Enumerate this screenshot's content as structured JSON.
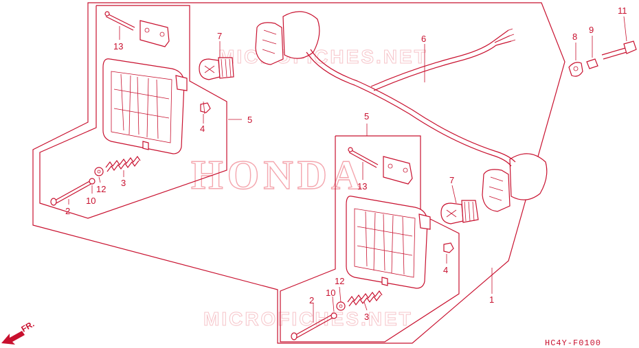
{
  "watermarks": {
    "brand": "HONDA",
    "site_top": "MICROFICHES.NET",
    "site_bottom": "MICROFICHES.NET"
  },
  "diagram_code": "HC4Y-F0100",
  "direction_label": "FR.",
  "callouts": {
    "n1": "1",
    "n2a": "2",
    "n2b": "2",
    "n3a": "3",
    "n3b": "3",
    "n4a": "4",
    "n4b": "4",
    "n5a": "5",
    "n5b": "5",
    "n6": "6",
    "n7a": "7",
    "n7b": "7",
    "n8": "8",
    "n9": "9",
    "n10a": "10",
    "n10b": "10",
    "n11": "11",
    "n12a": "12",
    "n12b": "12",
    "n13a": "13",
    "n13b": "13"
  },
  "colors": {
    "ink": "#c8102e",
    "watermark": "#f4a6ae"
  }
}
